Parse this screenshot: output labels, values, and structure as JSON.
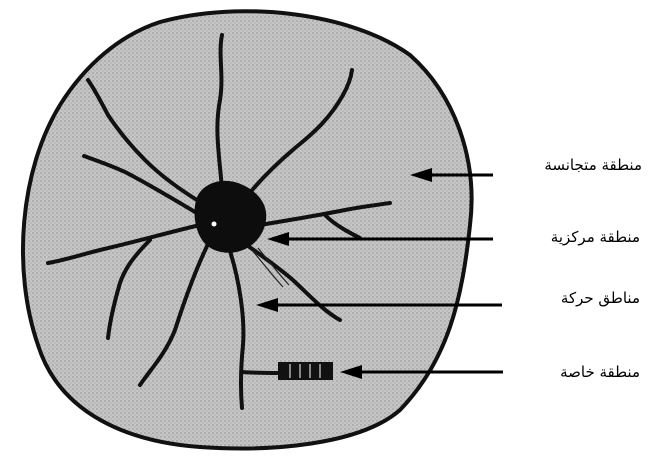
{
  "labels": {
    "homogeneous": "منطقة متجانسة",
    "central": "منطقة مركزية",
    "motion": "مناطق حركة",
    "special": "منطقة خاصة"
  },
  "colors": {
    "region_fill": "#c8c8c8",
    "outline": "#111111",
    "core": "#0d0d0d"
  }
}
